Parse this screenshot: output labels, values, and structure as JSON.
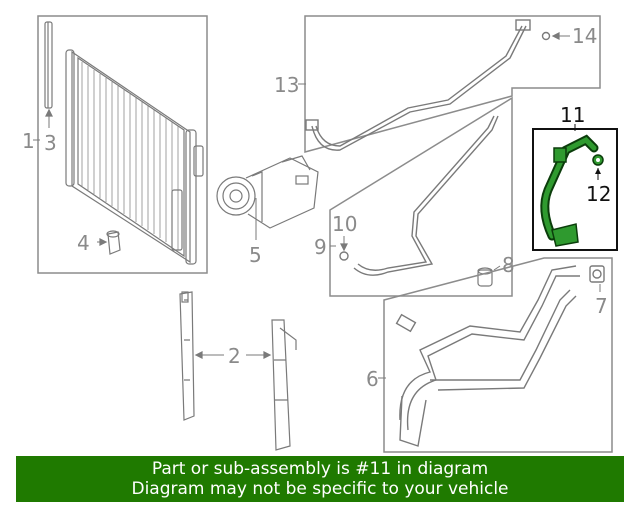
{
  "diagram": {
    "callouts": {
      "c1": "1",
      "c2": "2",
      "c3": "3",
      "c4": "4",
      "c5": "5",
      "c6": "6",
      "c7": "7",
      "c8": "8",
      "c9": "9",
      "c10": "10",
      "c11": "11",
      "c12": "12",
      "c13": "13",
      "c14": "14"
    },
    "highlight_part": "11",
    "colors": {
      "line_gray": "#7a7a7a",
      "box_gray": "#8c8c8c",
      "highlight_green": "#2f9a2f",
      "highlight_dark": "#0b3d0b",
      "footer_green": "#1f7a00"
    }
  },
  "footer": {
    "line1": "Part or sub-assembly is #11 in diagram",
    "line2": "Diagram may not be specific to your vehicle"
  }
}
